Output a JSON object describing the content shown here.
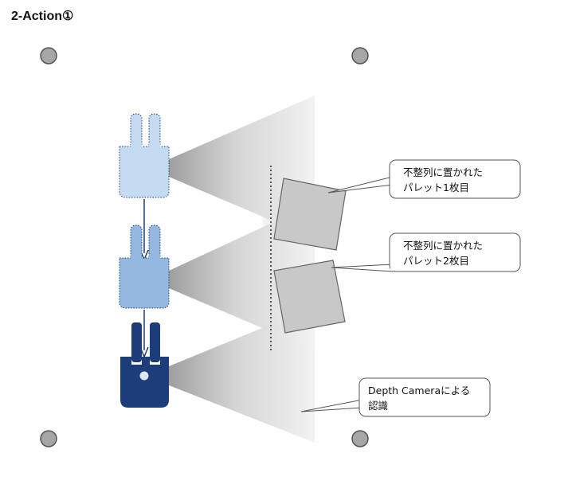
{
  "title": "2-Action①",
  "callouts": {
    "pallet1": {
      "line1": "不整列に置かれた",
      "line2": "パレット1枚目"
    },
    "pallet2": {
      "line1": "不整列に置かれた",
      "line2": "パレット2枚目"
    },
    "camera": {
      "line1": "Depth Cameraによる",
      "line2": "認識"
    }
  },
  "colors": {
    "gripper_final": "#1c3d7a",
    "gripper_mid": "#94b8e0",
    "gripper_start": "#c5dbf1",
    "pallet": "#c8c8c8",
    "marker": "#a6a6a6",
    "arrow": "#1c3d7a"
  }
}
